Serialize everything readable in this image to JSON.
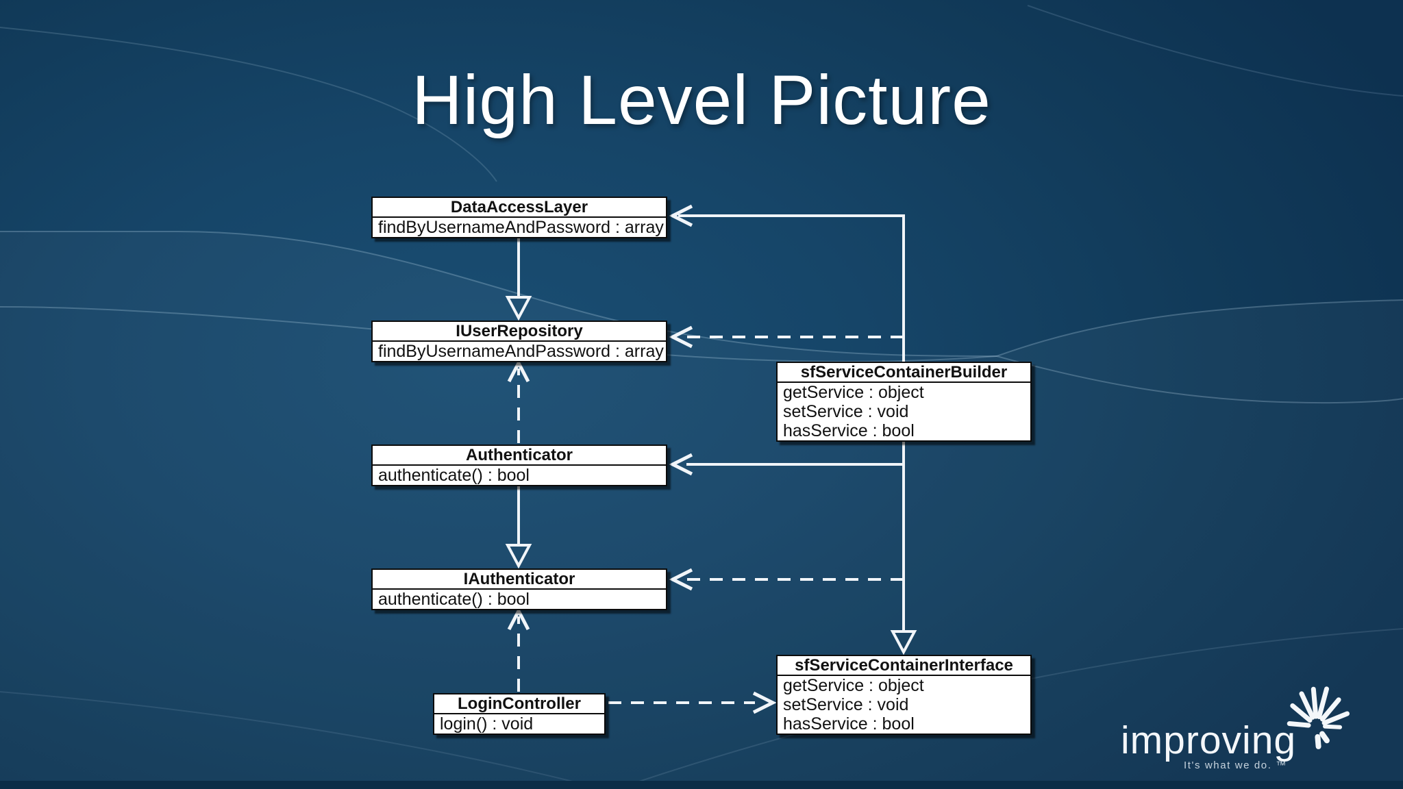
{
  "slide": {
    "title": "High Level Picture"
  },
  "colors": {
    "background": "#164568",
    "background_dark": "#0d3150",
    "box_background": "#ffffff",
    "box_border": "#0b0b0b",
    "connector": "#f1f5f9",
    "title_text": "#ffffff"
  },
  "classes": [
    {
      "name": "DataAccessLayer",
      "members": [
        "findByUsernameAndPassword : array"
      ]
    },
    {
      "name": "IUserRepository",
      "members": [
        "findByUsernameAndPassword : array"
      ]
    },
    {
      "name": "Authenticator",
      "members": [
        "authenticate() : bool"
      ]
    },
    {
      "name": "IAuthenticator",
      "members": [
        "authenticate() : bool"
      ]
    },
    {
      "name": "LoginController",
      "members": [
        "login() : void"
      ]
    },
    {
      "name": "sfServiceContainerBuilder",
      "members": [
        "getService : object",
        "setService : void",
        "hasService : bool"
      ]
    },
    {
      "name": "sfServiceContainerInterface",
      "members": [
        "getService : object",
        "setService : void",
        "hasService : bool"
      ]
    }
  ],
  "relationships": [
    {
      "from": "DataAccessLayer",
      "to": "IUserRepository",
      "line": "solid",
      "head": "hollow-triangle",
      "direction": "down"
    },
    {
      "from": "Authenticator",
      "to": "IUserRepository",
      "line": "dashed",
      "head": "open-arrow",
      "direction": "up"
    },
    {
      "from": "Authenticator",
      "to": "IAuthenticator",
      "line": "solid",
      "head": "hollow-triangle",
      "direction": "down"
    },
    {
      "from": "LoginController",
      "to": "IAuthenticator",
      "line": "dashed",
      "head": "open-arrow",
      "direction": "up"
    },
    {
      "from": "sfServiceContainerBuilder",
      "to": "DataAccessLayer",
      "line": "solid",
      "head": "open-arrow",
      "direction": "left"
    },
    {
      "from": "sfServiceContainerBuilder",
      "to": "IUserRepository",
      "line": "dashed",
      "head": "open-arrow",
      "direction": "left"
    },
    {
      "from": "sfServiceContainerBuilder",
      "to": "Authenticator",
      "line": "solid",
      "head": "open-arrow",
      "direction": "left"
    },
    {
      "from": "sfServiceContainerBuilder",
      "to": "IAuthenticator",
      "line": "dashed",
      "head": "open-arrow",
      "direction": "left"
    },
    {
      "from": "sfServiceContainerBuilder",
      "to": "sfServiceContainerInterface",
      "line": "solid",
      "head": "hollow-triangle",
      "direction": "down"
    },
    {
      "from": "LoginController",
      "to": "sfServiceContainerInterface",
      "line": "dashed",
      "head": "open-arrow",
      "direction": "right"
    }
  ],
  "logo": {
    "wordmark": "improving",
    "tagline": "It's what we do. ™"
  }
}
